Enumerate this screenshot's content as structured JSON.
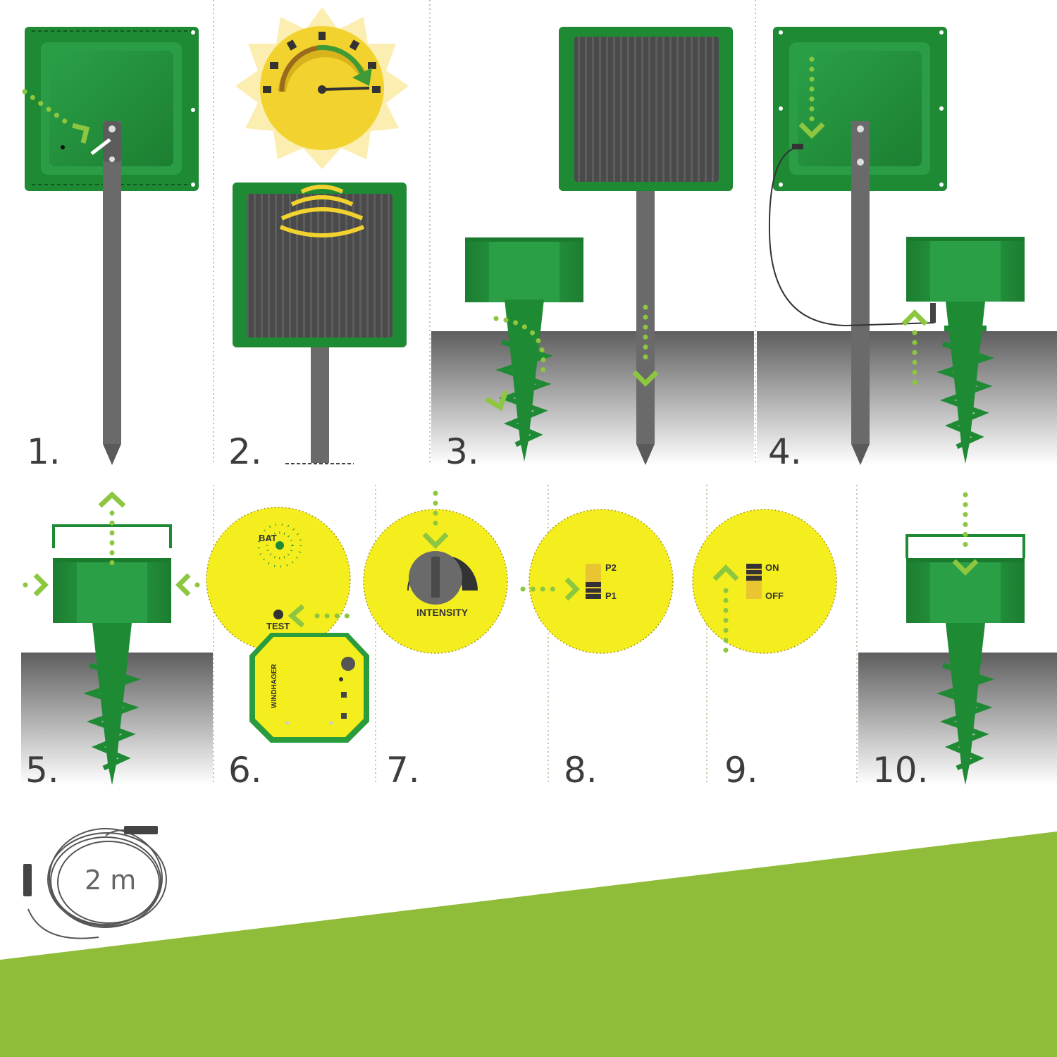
{
  "steps": [
    {
      "number": "1."
    },
    {
      "number": "2."
    },
    {
      "number": "3."
    },
    {
      "number": "4."
    },
    {
      "number": "5."
    },
    {
      "number": "6."
    },
    {
      "number": "7."
    },
    {
      "number": "8."
    },
    {
      "number": "9."
    },
    {
      "number": "10."
    }
  ],
  "labels": {
    "bat": "BAT",
    "test": "TEST",
    "intensity": "INTENSITY",
    "p2": "P2",
    "p1": "P1",
    "on": "ON",
    "off": "OFF",
    "brand": "WINDHAGER"
  },
  "cable": {
    "length": "2 m"
  },
  "colors": {
    "green_dark": "#1e8a34",
    "green_light": "#2fa84a",
    "accent_green": "#8dc63f",
    "yellow": "#f5ee1e",
    "sun": "#f2d22e",
    "ground_top": "#6b6b6b",
    "pole": "#6a6a6a",
    "banner": "#8fbd3a"
  }
}
